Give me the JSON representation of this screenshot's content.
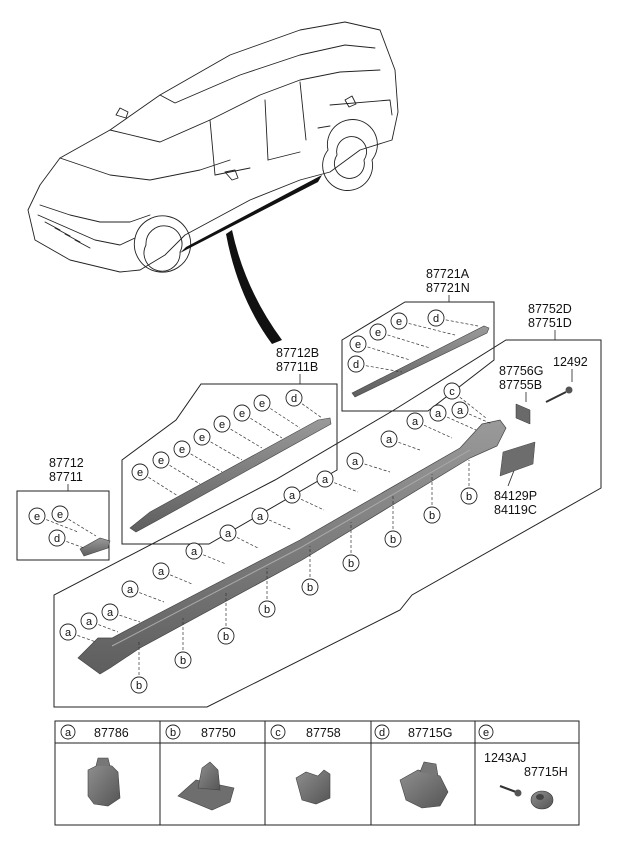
{
  "parts": {
    "p87721": [
      "87721A",
      "87721N"
    ],
    "p87752": [
      "87752D",
      "87751D"
    ],
    "p87712B": [
      "87712B",
      "87711B"
    ],
    "p87756": [
      "87756G",
      "87755B"
    ],
    "p12492": "12492",
    "p87712": [
      "87712",
      "87711"
    ],
    "p84129": [
      "84129P",
      "84119C"
    ]
  },
  "callouts": {
    "a": "a",
    "b": "b",
    "c": "c",
    "d": "d",
    "e": "e"
  },
  "legend": [
    {
      "letter": "a",
      "part": "87786"
    },
    {
      "letter": "b",
      "part": "87750"
    },
    {
      "letter": "c",
      "part": "87758"
    },
    {
      "letter": "d",
      "part": "87715G"
    },
    {
      "letter": "e",
      "part": "",
      "items": [
        "1243AJ",
        "87715H"
      ]
    }
  ],
  "colors": {
    "part_fill": "#7a7a7a",
    "part_dark": "#5a5a5a",
    "line": "#222222"
  }
}
